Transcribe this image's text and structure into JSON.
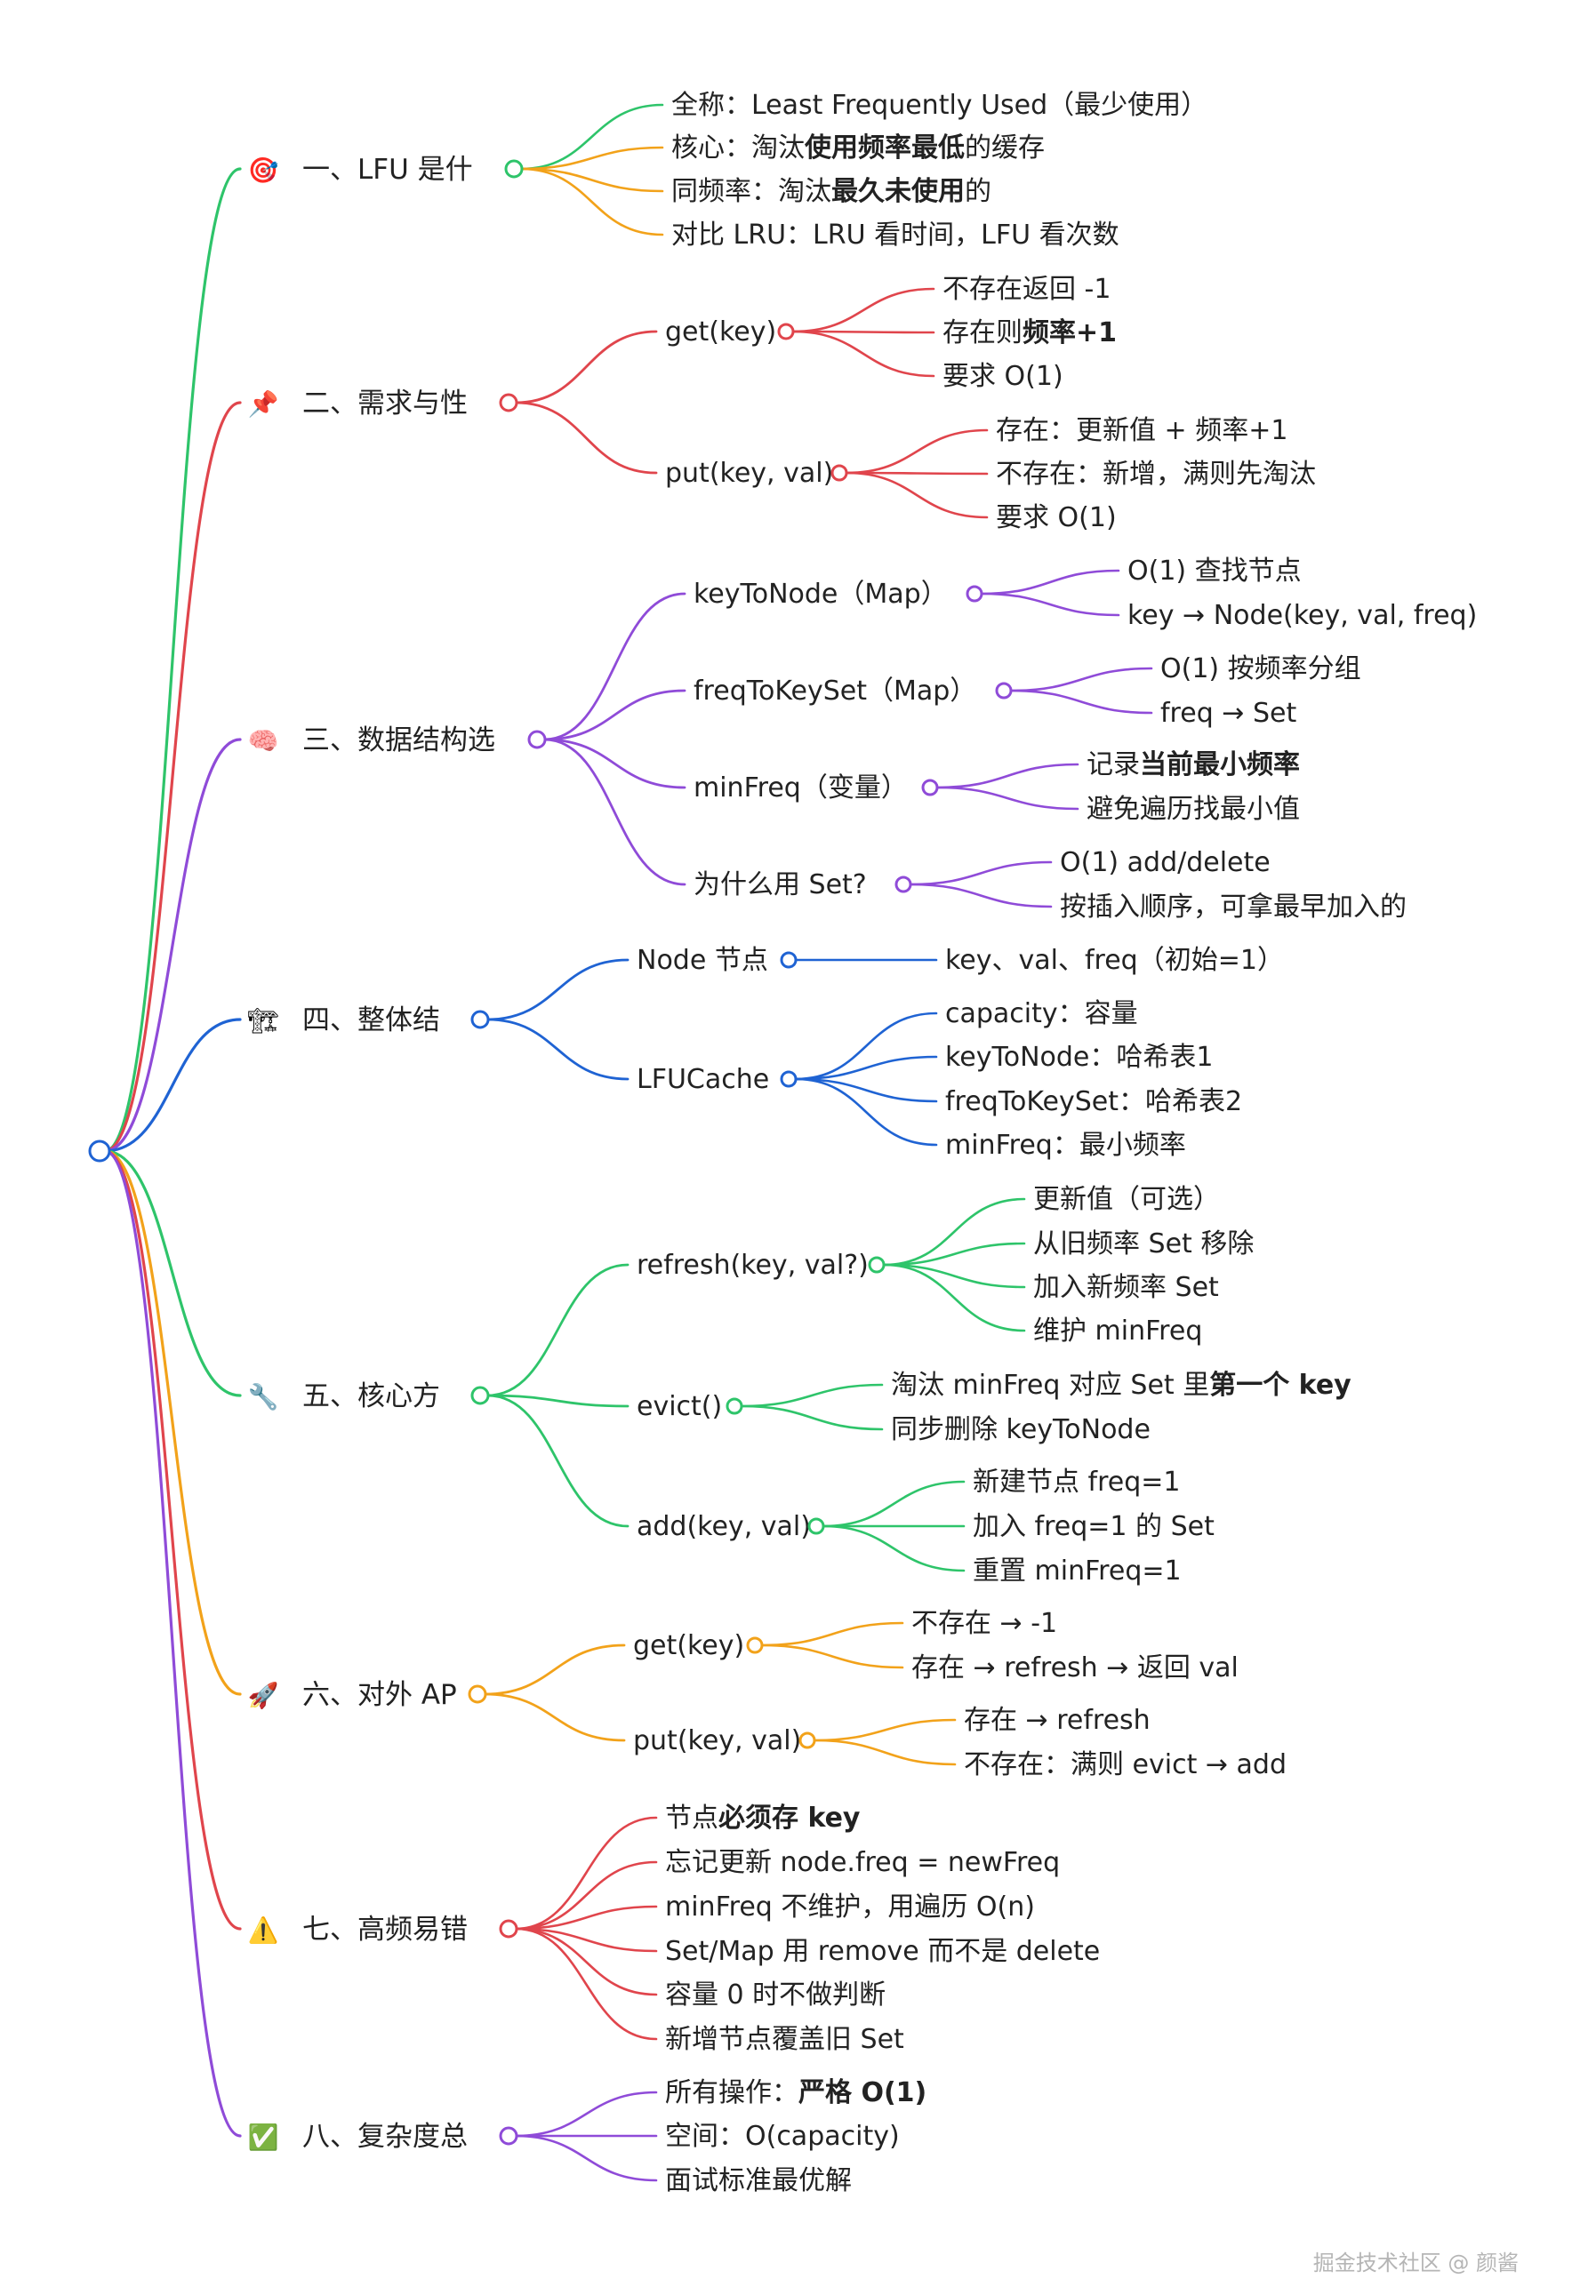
{
  "colors": {
    "blue": "#1f63d3",
    "red": "#e0454c",
    "purple": "#8f4bd8",
    "green": "#2ec46a",
    "orange": "#f2a21a"
  },
  "branches": [
    {
      "icon": "target-icon",
      "emoji": "🎯",
      "label": "一、LFU 是什",
      "color": "green",
      "children": [
        {
          "text": [
            {
              "t": "全称：Least Frequently Used（最少使用）"
            }
          ],
          "color": "green"
        },
        {
          "text": [
            {
              "t": "核心：淘汰"
            },
            {
              "t": "使用频率最低",
              "b": true
            },
            {
              "t": "的缓存"
            }
          ],
          "color": "orange"
        },
        {
          "text": [
            {
              "t": "同频率：淘汰"
            },
            {
              "t": "最久未使用",
              "b": true
            },
            {
              "t": "的"
            }
          ],
          "color": "orange"
        },
        {
          "text": [
            {
              "t": "对比 LRU：LRU 看时间，LFU 看次数"
            }
          ],
          "color": "orange"
        }
      ]
    },
    {
      "icon": "pushpin-icon",
      "emoji": "📌",
      "label": "二、需求与性",
      "color": "red",
      "children": [
        {
          "text": [
            {
              "t": "get(key)"
            }
          ],
          "children": [
            {
              "text": [
                {
                  "t": "不存在返回 -1"
                }
              ]
            },
            {
              "text": [
                {
                  "t": "存在则"
                },
                {
                  "t": "频率+1",
                  "b": true
                }
              ]
            },
            {
              "text": [
                {
                  "t": "要求 O(1)"
                }
              ]
            }
          ]
        },
        {
          "text": [
            {
              "t": "put(key, val)"
            }
          ],
          "children": [
            {
              "text": [
                {
                  "t": "存在：更新值 + 频率+1"
                }
              ]
            },
            {
              "text": [
                {
                  "t": "不存在：新增，满则先淘汰"
                }
              ]
            },
            {
              "text": [
                {
                  "t": "要求 O(1)"
                }
              ]
            }
          ]
        }
      ]
    },
    {
      "icon": "brain-icon",
      "emoji": "🧠",
      "label": "三、数据结构选",
      "color": "purple",
      "children": [
        {
          "text": [
            {
              "t": "keyToNode（Map）"
            }
          ],
          "children": [
            {
              "text": [
                {
                  "t": "O(1) 查找节点"
                }
              ]
            },
            {
              "text": [
                {
                  "t": "key → Node(key, val, freq)"
                }
              ]
            }
          ]
        },
        {
          "text": [
            {
              "t": "freqToKeySet（Map）"
            }
          ],
          "children": [
            {
              "text": [
                {
                  "t": "O(1) 按频率分组"
                }
              ]
            },
            {
              "text": [
                {
                  "t": "freq → Set"
                }
              ]
            }
          ]
        },
        {
          "text": [
            {
              "t": "minFreq（变量）"
            }
          ],
          "children": [
            {
              "text": [
                {
                  "t": "记录"
                },
                {
                  "t": "当前最小频率",
                  "b": true
                }
              ]
            },
            {
              "text": [
                {
                  "t": "避免遍历找最小值"
                }
              ]
            }
          ]
        },
        {
          "text": [
            {
              "t": "为什么用 Set?"
            }
          ],
          "children": [
            {
              "text": [
                {
                  "t": "O(1) add/delete"
                }
              ]
            },
            {
              "text": [
                {
                  "t": "按插入顺序，可拿最早加入的"
                }
              ]
            }
          ]
        }
      ]
    },
    {
      "icon": "construction-icon",
      "emoji": "🏗",
      "label": "四、整体结",
      "color": "blue",
      "children": [
        {
          "text": [
            {
              "t": "Node 节点"
            }
          ],
          "children": [
            {
              "text": [
                {
                  "t": "key、val、freq（初始=1）"
                }
              ]
            }
          ]
        },
        {
          "text": [
            {
              "t": "LFUCache"
            }
          ],
          "children": [
            {
              "text": [
                {
                  "t": "capacity：容量"
                }
              ]
            },
            {
              "text": [
                {
                  "t": "keyToNode：哈希表1"
                }
              ]
            },
            {
              "text": [
                {
                  "t": "freqToKeySet：哈希表2"
                }
              ]
            },
            {
              "text": [
                {
                  "t": "minFreq：最小频率"
                }
              ]
            }
          ]
        }
      ]
    },
    {
      "icon": "wrench-icon",
      "emoji": "🔧",
      "label": "五、核心方",
      "color": "green",
      "children": [
        {
          "text": [
            {
              "t": "refresh(key, val?)"
            }
          ],
          "children": [
            {
              "text": [
                {
                  "t": "更新值（可选）"
                }
              ]
            },
            {
              "text": [
                {
                  "t": "从旧频率 Set 移除"
                }
              ]
            },
            {
              "text": [
                {
                  "t": "加入新频率 Set"
                }
              ]
            },
            {
              "text": [
                {
                  "t": "维护 minFreq"
                }
              ]
            }
          ]
        },
        {
          "text": [
            {
              "t": "evict()"
            }
          ],
          "children": [
            {
              "text": [
                {
                  "t": "淘汰 minFreq 对应 Set 里"
                },
                {
                  "t": "第一个 key",
                  "b": true
                }
              ]
            },
            {
              "text": [
                {
                  "t": "同步删除 keyToNode"
                }
              ]
            }
          ]
        },
        {
          "text": [
            {
              "t": "add(key, val)"
            }
          ],
          "children": [
            {
              "text": [
                {
                  "t": "新建节点 freq=1"
                }
              ]
            },
            {
              "text": [
                {
                  "t": "加入 freq=1 的 Set"
                }
              ]
            },
            {
              "text": [
                {
                  "t": "重置 minFreq=1"
                }
              ]
            }
          ]
        }
      ]
    },
    {
      "icon": "rocket-icon",
      "emoji": "🚀",
      "label": "六、对外 AP",
      "color": "orange",
      "children": [
        {
          "text": [
            {
              "t": "get(key)"
            }
          ],
          "children": [
            {
              "text": [
                {
                  "t": "不存在 → -1"
                }
              ]
            },
            {
              "text": [
                {
                  "t": "存在 → refresh → 返回 val"
                }
              ]
            }
          ]
        },
        {
          "text": [
            {
              "t": "put(key, val)"
            }
          ],
          "children": [
            {
              "text": [
                {
                  "t": "存在 → refresh"
                }
              ]
            },
            {
              "text": [
                {
                  "t": "不存在：满则 evict → add"
                }
              ]
            }
          ]
        }
      ]
    },
    {
      "icon": "warning-icon",
      "emoji": "⚠️",
      "label": "七、高频易错",
      "color": "red",
      "children": [
        {
          "text": [
            {
              "t": "节点"
            },
            {
              "t": "必须存 key",
              "b": true
            }
          ]
        },
        {
          "text": [
            {
              "t": "忘记更新 node.freq = newFreq"
            }
          ]
        },
        {
          "text": [
            {
              "t": "minFreq 不维护，用遍历 O(n)"
            }
          ]
        },
        {
          "text": [
            {
              "t": "Set/Map 用 remove 而不是 delete"
            }
          ]
        },
        {
          "text": [
            {
              "t": "容量 0 时不做判断"
            }
          ]
        },
        {
          "text": [
            {
              "t": "新增节点覆盖旧 Set"
            }
          ]
        }
      ]
    },
    {
      "icon": "check-icon",
      "emoji": "✅",
      "label": "八、复杂度总",
      "color": "purple",
      "children": [
        {
          "text": [
            {
              "t": "所有操作："
            },
            {
              "t": "严格 O(1)",
              "b": true
            }
          ]
        },
        {
          "text": [
            {
              "t": "空间：O(capacity)"
            }
          ]
        },
        {
          "text": [
            {
              "t": "面试标准最优解"
            }
          ]
        }
      ]
    }
  ],
  "watermark": "掘金技术社区 @ 颜酱"
}
